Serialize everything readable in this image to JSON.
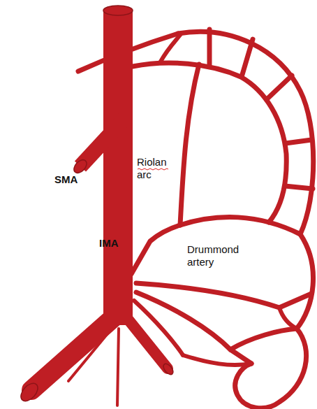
{
  "diagram": {
    "labels": [
      "SMA",
      "Riolan arc",
      "Drummond artery",
      "IMA"
    ]
  }
}
